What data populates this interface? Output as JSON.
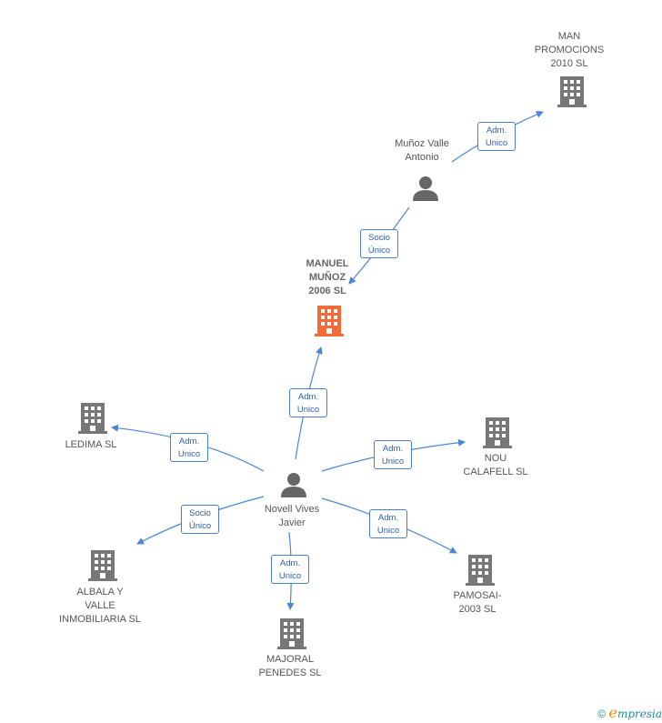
{
  "nodes": {
    "man_promocions": {
      "label": "MAN\nPROMOCIONS\n2010 SL",
      "type": "company"
    },
    "munoz_valle": {
      "label": "Muñoz Valle\nAntonio",
      "type": "person"
    },
    "manuel_munoz": {
      "label": "MANUEL\nMUÑOZ\n2006 SL",
      "type": "company-main"
    },
    "ledima": {
      "label": "LEDIMA SL",
      "type": "company"
    },
    "nou_calafell": {
      "label": "NOU\nCALAFELL SL",
      "type": "company"
    },
    "novell_vives": {
      "label": "Novell Vives\nJavier",
      "type": "person"
    },
    "albala": {
      "label": "ALBALA Y\nVALLE\nINMOBILIARIA SL",
      "type": "company"
    },
    "pamosai": {
      "label": "PAMOSAI-\n2003 SL",
      "type": "company"
    },
    "majoral": {
      "label": "MAJORAL\nPENEDES SL",
      "type": "company"
    }
  },
  "relations": {
    "r1": {
      "line1": "Adm.",
      "line2": "Unico"
    },
    "r2": {
      "line1": "Socio",
      "line2": "Único"
    },
    "r3": {
      "line1": "Adm.",
      "line2": "Unico"
    },
    "r4": {
      "line1": "Adm.",
      "line2": "Unico"
    },
    "r5": {
      "line1": "Adm.",
      "line2": "Unico"
    },
    "r6": {
      "line1": "Socio",
      "line2": "Único"
    },
    "r7": {
      "line1": "Adm.",
      "line2": "Unico"
    },
    "r8": {
      "line1": "Adm.",
      "line2": "Unico"
    }
  },
  "colors": {
    "edge": "#4a86d4",
    "company": "#777777",
    "company_main": "#f26b38",
    "person": "#666666"
  },
  "footer": {
    "copyright": "©",
    "brand_e": "e",
    "brand_rest": "mpresia"
  }
}
